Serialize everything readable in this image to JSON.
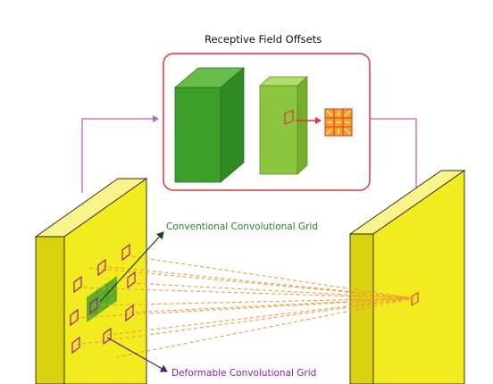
{
  "labels": {
    "title": "Receptive Field Offsets",
    "conventional": "Conventional Convolutional Grid",
    "deformable": "Deformable Convolutional Grid"
  },
  "colors": {
    "feature_map_yellow": "#f2ec1f",
    "feature_map_side": "#d9d20e",
    "offset_box_border": "#e0353c",
    "dark_green_block": "#3aa02a",
    "light_green_block": "#8cc63f",
    "connector_magenta": "#c45fc8",
    "sampling_lines": "#f39a3a",
    "conventional_green": "#1e8a2e",
    "deformable_purple": "#8b1ea8",
    "kernel_orange": "#f5a11c"
  }
}
